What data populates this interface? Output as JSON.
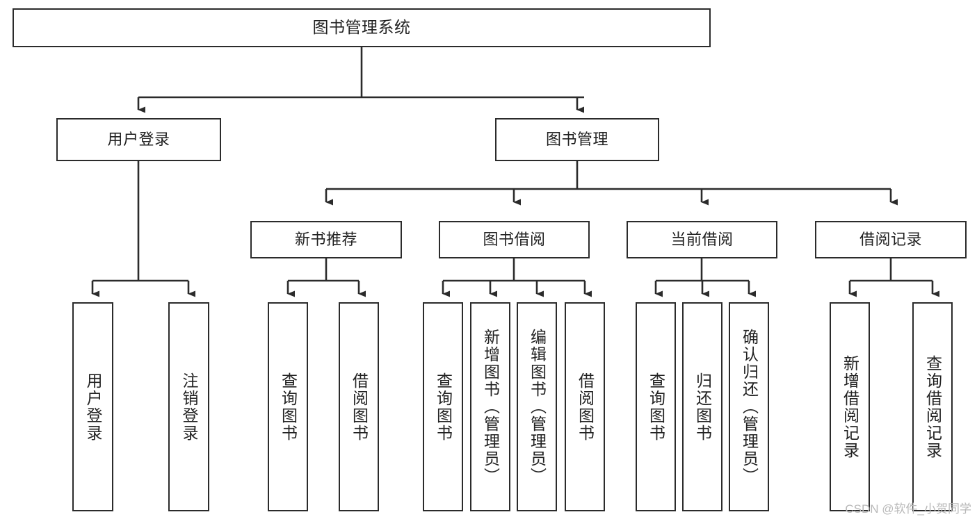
{
  "diagram": {
    "title": "图书管理系统",
    "type": "tree-hierarchy-chart",
    "watermark": "CSDN @软件_小贺同学",
    "colors": {
      "box_stroke": "#2b2b2b",
      "box_fill": "#ffffff",
      "text": "#222222",
      "connector": "#2b2b2b",
      "watermark": "#b9b9b9",
      "page_background": "#ffffff"
    },
    "levels": {
      "level1": "system",
      "level2": "modules",
      "level3": "submodules",
      "level4": "functions"
    },
    "nodes": {
      "root": {
        "label": "图书管理系统"
      },
      "level2": [
        {
          "id": "user-login",
          "label": "用户登录"
        },
        {
          "id": "book-management",
          "label": "图书管理"
        }
      ],
      "level3": [
        {
          "id": "new-book-recommend",
          "label": "新书推荐",
          "parent": "book-management"
        },
        {
          "id": "book-borrow",
          "label": "图书借阅",
          "parent": "book-management"
        },
        {
          "id": "current-borrow",
          "label": "当前借阅",
          "parent": "book-management"
        },
        {
          "id": "borrow-record",
          "label": "借阅记录",
          "parent": "book-management"
        }
      ],
      "leaves": [
        {
          "id": "leaf-user-login",
          "label": "用户登录",
          "parent": "user-login"
        },
        {
          "id": "leaf-logout",
          "label": "注销登录",
          "parent": "user-login"
        },
        {
          "id": "leaf-query-book-1",
          "label": "查询图书",
          "parent": "new-book-recommend"
        },
        {
          "id": "leaf-borrow-book-1",
          "label": "借阅图书",
          "parent": "new-book-recommend"
        },
        {
          "id": "leaf-query-book-2",
          "label": "查询图书",
          "parent": "book-borrow"
        },
        {
          "id": "leaf-add-book",
          "label": "新增图书（管理员）",
          "parent": "book-borrow"
        },
        {
          "id": "leaf-edit-book",
          "label": "编辑图书（管理员）",
          "parent": "book-borrow"
        },
        {
          "id": "leaf-borrow-book-2",
          "label": "借阅图书",
          "parent": "book-borrow"
        },
        {
          "id": "leaf-query-book-3",
          "label": "查询图书",
          "parent": "current-borrow"
        },
        {
          "id": "leaf-return-book",
          "label": "归还图书",
          "parent": "current-borrow"
        },
        {
          "id": "leaf-confirm-return",
          "label": "确认归还（管理员）",
          "parent": "current-borrow"
        },
        {
          "id": "leaf-add-record",
          "label": "新增借阅记录",
          "parent": "borrow-record"
        },
        {
          "id": "leaf-query-record",
          "label": "查询借阅记录",
          "parent": "borrow-record"
        }
      ]
    }
  }
}
